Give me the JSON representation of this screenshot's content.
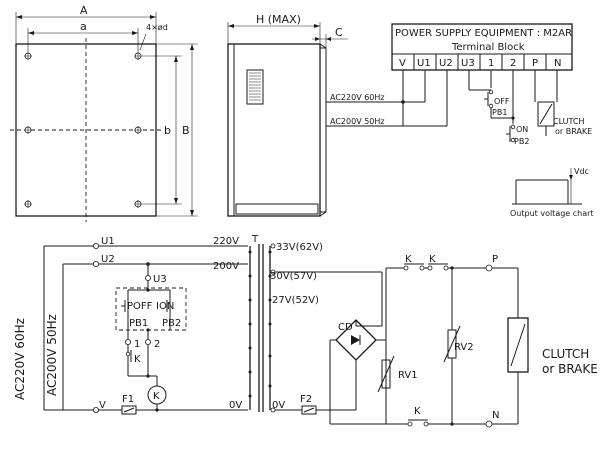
{
  "dimensions": {
    "a_upper": "A",
    "a_lower": "a",
    "hole": "4×ød",
    "b_inner": "b",
    "b_outer": "B",
    "height_max": "H (MAX)",
    "c": "C"
  },
  "terminal_block": {
    "title": "POWER SUPPLY EQUIPMENT : M2AR",
    "subtitle": "Terminal Block",
    "terminals": [
      "V",
      "U1",
      "U2",
      "U3",
      "1",
      "2",
      "P",
      "N"
    ],
    "ac220": "AC220V 60Hz",
    "ac200": "AC200V 50Hz",
    "off_label": "OFF",
    "pb1": "PB1",
    "on_label": "ON",
    "pb2": "PB2",
    "load_line1": "CLUTCH",
    "load_line2": "or BRAKE"
  },
  "output_chart": {
    "vdc": "Vdc",
    "caption": "Output voltage chart"
  },
  "schematic": {
    "u1": "U1",
    "u2": "U2",
    "u3": "U3",
    "v": "V",
    "v220": "220V",
    "v200": "200V",
    "t": "T",
    "v0_left": "0V",
    "v0_right": "0V",
    "tap33": "33V(62V)",
    "tap30": "30V(57V)",
    "tap27": "27V(52V)",
    "ac220_vertical": "AC220V 60Hz",
    "ac200_vertical": "AC200V 50Hz",
    "poff": "POFF",
    "ion": "ION",
    "pb1": "PB1",
    "pb2": "PB2",
    "n1": "1",
    "n2": "2",
    "k_relay": "K",
    "k_coil": "K",
    "f1": "F1",
    "f2": "F2",
    "cd": "CD",
    "rv1": "RV1",
    "rv2": "RV2",
    "k_top1": "K",
    "k_top2": "K",
    "k_bottom": "K",
    "p": "P",
    "n": "N",
    "load_line1": "CLUTCH",
    "load_line2": "or BRAKE"
  }
}
